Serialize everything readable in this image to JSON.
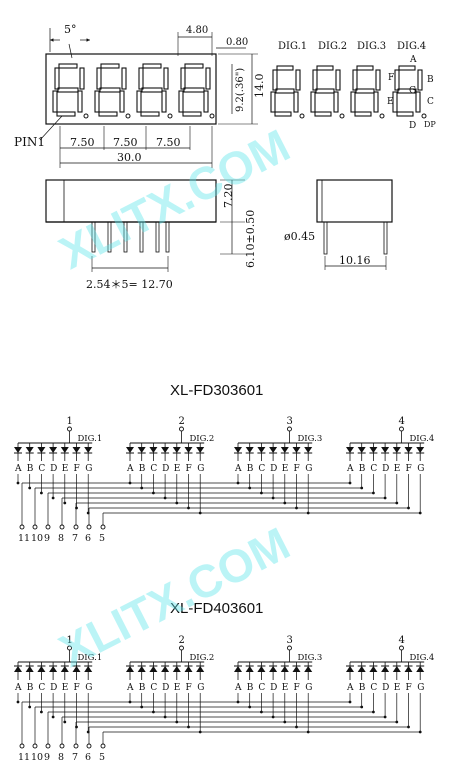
{
  "dimensions": {
    "angle": "5°",
    "digit_width": "4.80",
    "gap": "0.80",
    "inch_height": "9.2(.36\")",
    "total_height": "14.0",
    "pitch1": "7.50",
    "pitch2": "7.50",
    "pitch3": "7.50",
    "total_width": "30.0",
    "pin_label": "PIN1",
    "body_height": "7.20",
    "pin_length": "6.10±0.50",
    "pin_diameter": "ø0.45",
    "depth": "10.16",
    "pin_pitch": "2.54＊5= 12.70"
  },
  "digit_labels": [
    "DIG.1",
    "DIG.2",
    "DIG.3",
    "DIG.4"
  ],
  "segment_legend": {
    "a": "A",
    "b": "B",
    "c": "C",
    "d": "D",
    "e": "E",
    "f": "F",
    "g": "G",
    "dp": "DP"
  },
  "watermark": "XLITX.COM",
  "circuits": [
    {
      "title": "XL-FD303601",
      "digit_numbers": [
        "1",
        "2",
        "3",
        "4"
      ],
      "digit_labels": [
        "DIG.1",
        "DIG.2",
        "DIG.3",
        "DIG.4"
      ],
      "segments": [
        "A",
        "B",
        "C",
        "D",
        "E",
        "F",
        "G"
      ],
      "pins": [
        "11",
        "10",
        "9",
        "8",
        "7",
        "6",
        "5"
      ],
      "polarity": "common-anode"
    },
    {
      "title": "XL-FD403601",
      "digit_numbers": [
        "1",
        "2",
        "3",
        "4"
      ],
      "digit_labels": [
        "DIG.1",
        "DIG.2",
        "DIG.3",
        "DIG.4"
      ],
      "segments": [
        "A",
        "B",
        "C",
        "D",
        "E",
        "F",
        "G"
      ],
      "pins": [
        "11",
        "10",
        "9",
        "8",
        "7",
        "6",
        "5"
      ],
      "polarity": "common-cathode"
    }
  ]
}
